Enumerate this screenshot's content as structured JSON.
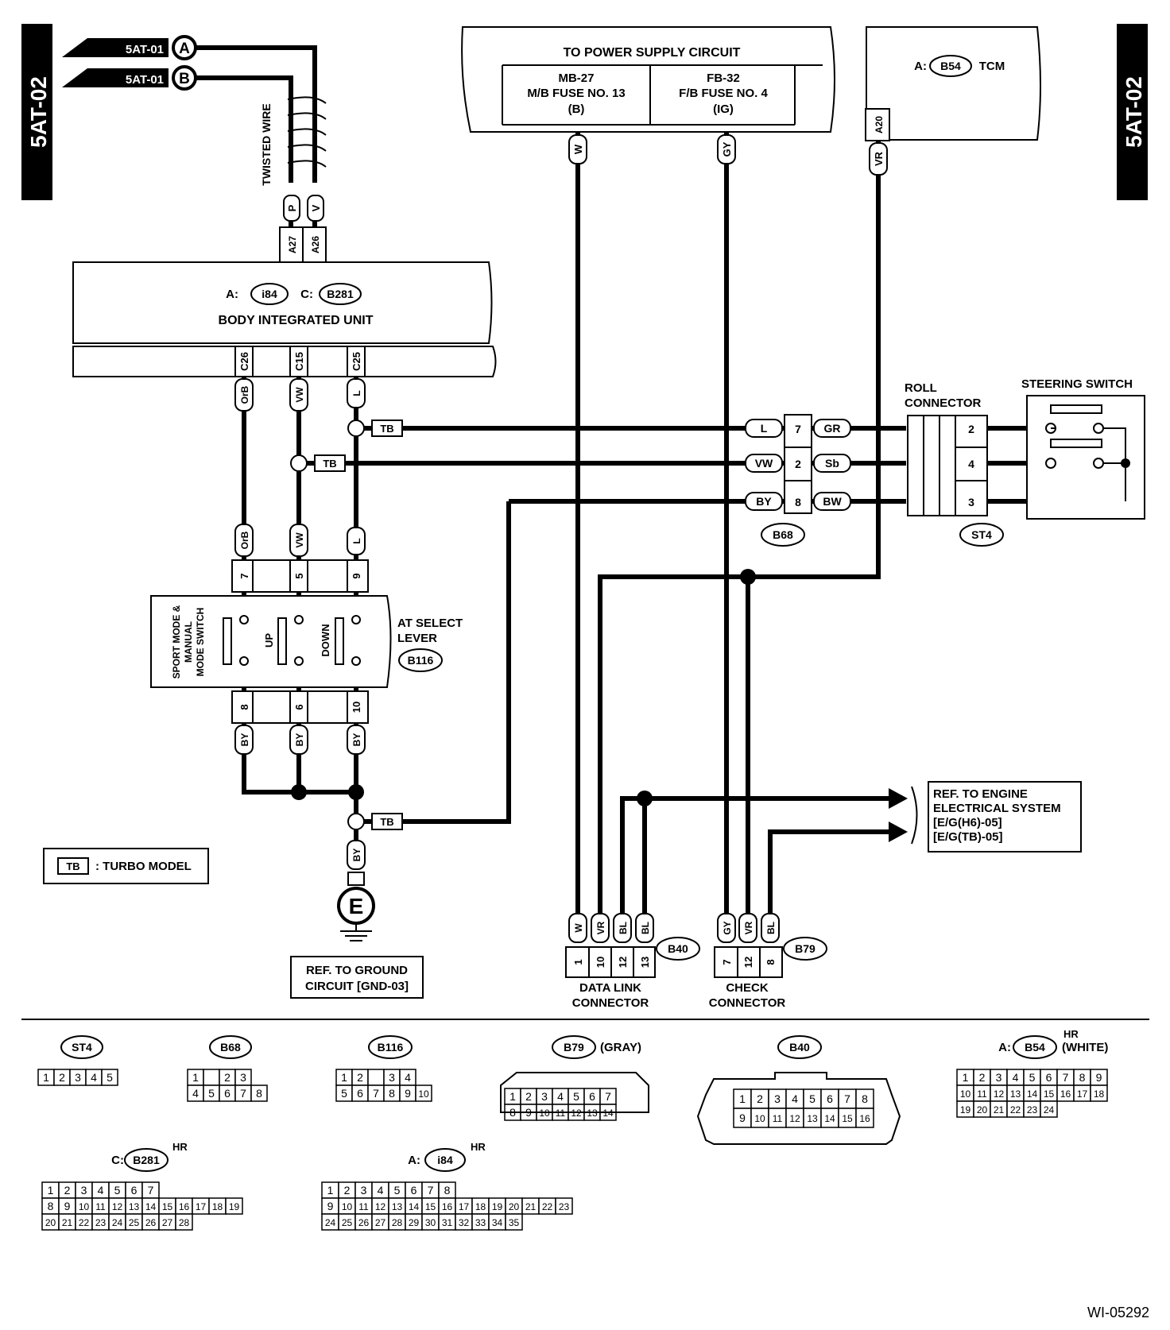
{
  "tabs": {
    "left": "5AT-02",
    "right": "5AT-02"
  },
  "can": {
    "label_a": "5AT-01",
    "label_b": "5AT-01",
    "letter_a": "A",
    "letter_b": "B",
    "twisted": "TWISTED WIRE"
  },
  "power": {
    "title": "TO POWER SUPPLY CIRCUIT",
    "left": [
      "MB-27",
      "M/B FUSE NO. 13",
      "(B)"
    ],
    "right": [
      "FB-32",
      "F/B FUSE NO. 4",
      "(IG)"
    ],
    "wire_w": "W",
    "wire_gy": "GY"
  },
  "tcm": {
    "prefix": "A:",
    "conn": "B54",
    "name": "TCM",
    "pin": "A20",
    "wire": "VR"
  },
  "biu": {
    "a_prefix": "A:",
    "a_conn": "i84",
    "c_prefix": "C:",
    "c_conn": "B281",
    "name": "BODY INTEGRATED UNIT",
    "top_pins": [
      "A27",
      "A26"
    ],
    "top_wires": [
      "P",
      "V"
    ],
    "bottom_pins": [
      "C26",
      "C15",
      "C25"
    ],
    "bottom_wires": [
      "OrB",
      "VW",
      "L"
    ]
  },
  "at_lever": {
    "title1": "AT SELECT",
    "title2": "LEVER",
    "conn": "B116",
    "sw1": "SPORT MODE &",
    "sw2": "MANUAL",
    "sw3": "MODE SWITCH",
    "up": "UP",
    "down": "DOWN",
    "top_wires": [
      "OrB",
      "VW",
      "L"
    ],
    "top_pins": [
      "7",
      "5",
      "9"
    ],
    "bottom_pins": [
      "8",
      "6",
      "10"
    ],
    "bottom_wires": [
      "BY",
      "BY",
      "BY"
    ]
  },
  "tb": {
    "label": "TB",
    "legend": ": TURBO MODEL"
  },
  "b68": {
    "conn": "B68",
    "left": [
      "L",
      "VW",
      "BY"
    ],
    "pins": [
      "7",
      "2",
      "8"
    ],
    "right": [
      "GR",
      "Sb",
      "BW"
    ]
  },
  "roll": {
    "line1": "ROLL",
    "line2": "CONNECTOR",
    "pins": [
      "2",
      "4",
      "3"
    ],
    "conn": "ST4"
  },
  "steering": {
    "title": "STEERING SWITCH"
  },
  "ground": {
    "wire": "BY",
    "symbol": "E",
    "ref1": "REF. TO GROUND",
    "ref2": "CIRCUIT [GND-03]"
  },
  "engine": {
    "ref1": "REF. TO ENGINE",
    "ref2": "ELECTRICAL SYSTEM",
    "ref3": "[E/G(H6)-05]",
    "ref4": "[E/G(TB)-05]"
  },
  "dlc": {
    "wires": [
      "W",
      "VR",
      "BL",
      "BL"
    ],
    "pins": [
      "1",
      "10",
      "12",
      "13"
    ],
    "conn": "B40",
    "name1": "DATA LINK",
    "name2": "CONNECTOR"
  },
  "check": {
    "wires": [
      "GY",
      "VR",
      "BL"
    ],
    "pins": [
      "7",
      "12",
      "8"
    ],
    "conn": "B79",
    "name1": "CHECK",
    "name2": "CONNECTOR"
  },
  "connectors": {
    "st4": {
      "name": "ST4",
      "rows": [
        [
          "1",
          "2",
          "3",
          "4",
          "5"
        ]
      ]
    },
    "b68": {
      "name": "B68",
      "rows": [
        [
          "1",
          "",
          "2",
          "3"
        ],
        [
          "4",
          "5",
          "6",
          "7",
          "8"
        ]
      ]
    },
    "b116": {
      "name": "B116",
      "rows": [
        [
          "1",
          "2",
          "",
          "3",
          "4"
        ],
        [
          "5",
          "6",
          "7",
          "8",
          "9",
          "10"
        ]
      ]
    },
    "b79": {
      "name": "B79",
      "note": "(GRAY)",
      "rows": [
        [
          "1",
          "2",
          "3",
          "4",
          "5",
          "6",
          "7"
        ],
        [
          "8",
          "9",
          "10",
          "11",
          "12",
          "13",
          "14"
        ]
      ]
    },
    "b40": {
      "name": "B40",
      "rows": [
        [
          "1",
          "2",
          "3",
          "4",
          "5",
          "6",
          "7",
          "8"
        ],
        [
          "9",
          "10",
          "11",
          "12",
          "13",
          "14",
          "15",
          "16"
        ]
      ]
    },
    "b54": {
      "prefix": "A:",
      "name": "B54",
      "hr": "HR",
      "note": "(WHITE)",
      "rows": [
        [
          "1",
          "2",
          "3",
          "4",
          "5",
          "6",
          "7",
          "8",
          "9"
        ],
        [
          "10",
          "11",
          "12",
          "13",
          "14",
          "15",
          "16",
          "17",
          "18"
        ],
        [
          "19",
          "20",
          "21",
          "22",
          "23",
          "24"
        ]
      ]
    },
    "b281": {
      "prefix": "C:",
      "name": "B281",
      "hr": "HR",
      "rows": [
        [
          "1",
          "2",
          "3",
          "4",
          "5",
          "6",
          "7"
        ],
        [
          "8",
          "9",
          "10",
          "11",
          "12",
          "13",
          "14",
          "15",
          "16",
          "17",
          "18",
          "19"
        ],
        [
          "20",
          "21",
          "22",
          "23",
          "24",
          "25",
          "26",
          "27",
          "28"
        ]
      ]
    },
    "i84": {
      "prefix": "A:",
      "name": "i84",
      "hr": "HR",
      "rows": [
        [
          "1",
          "2",
          "3",
          "4",
          "5",
          "6",
          "7",
          "8"
        ],
        [
          "9",
          "10",
          "11",
          "12",
          "13",
          "14",
          "15",
          "16",
          "17",
          "18",
          "19",
          "20",
          "21",
          "22",
          "23"
        ],
        [
          "24",
          "25",
          "26",
          "27",
          "28",
          "29",
          "30",
          "31",
          "32",
          "33",
          "34",
          "35"
        ]
      ]
    }
  },
  "footer": {
    "code": "WI-05292"
  }
}
